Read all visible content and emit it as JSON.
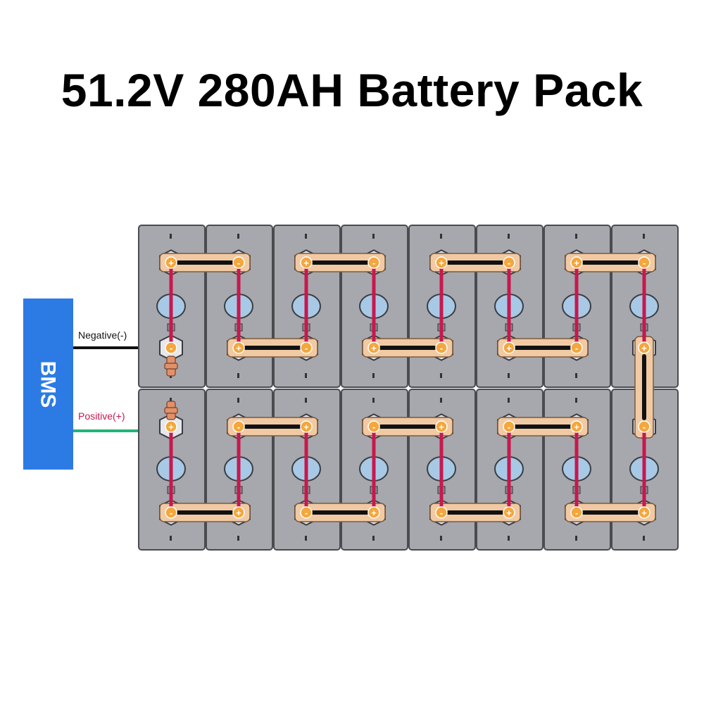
{
  "title": "51.2V 280AH Battery Pack",
  "bms": {
    "label": "BMS",
    "color": "#2c7be5"
  },
  "leads": {
    "negative_label": "Negative(-)",
    "positive_label": "Positive(+)",
    "negative_color": "#111111",
    "positive_color": "#1fb57a",
    "positive_label_color": "#c8184d"
  },
  "colors": {
    "cell": "#a6a8ad",
    "busbar": "#f1c9a3",
    "balance_wire": "#c8184d",
    "terminal": "#f4a73c",
    "vent": "#a7c9e6"
  },
  "cells": {
    "count": 16,
    "columns": 8,
    "rows": 2,
    "top_row": [
      {
        "top": "+",
        "bottom": "-"
      },
      {
        "top": "-",
        "bottom": "+"
      },
      {
        "top": "+",
        "bottom": "-"
      },
      {
        "top": "-",
        "bottom": "+"
      },
      {
        "top": "+",
        "bottom": "-"
      },
      {
        "top": "-",
        "bottom": "+"
      },
      {
        "top": "+",
        "bottom": "-"
      },
      {
        "top": "-",
        "bottom": "+"
      }
    ],
    "bottom_row": [
      {
        "top": "+",
        "bottom": "-"
      },
      {
        "top": "-",
        "bottom": "+"
      },
      {
        "top": "+",
        "bottom": "-"
      },
      {
        "top": "-",
        "bottom": "+"
      },
      {
        "top": "+",
        "bottom": "-"
      },
      {
        "top": "-",
        "bottom": "+"
      },
      {
        "top": "+",
        "bottom": "-"
      },
      {
        "top": "-",
        "bottom": "+"
      }
    ]
  }
}
